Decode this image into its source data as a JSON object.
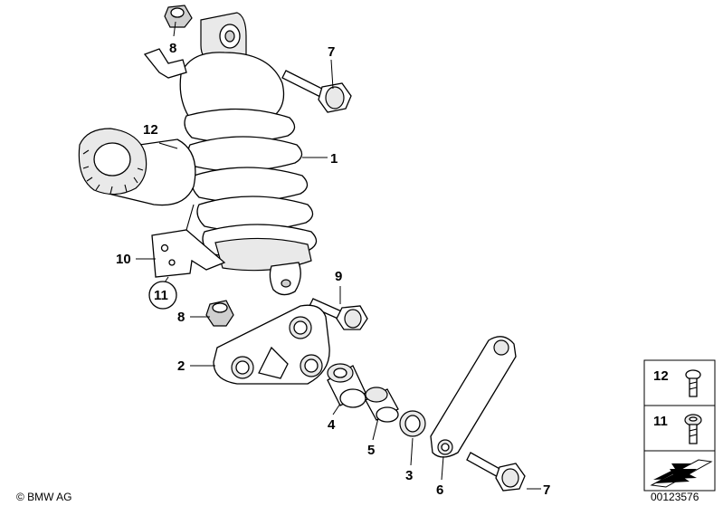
{
  "callouts": {
    "c1": "1",
    "c2": "2",
    "c3": "3",
    "c4": "4",
    "c5": "5",
    "c6": "6",
    "c7_top": "7",
    "c7_bottom": "7",
    "c8_top": "8",
    "c8_mid": "8",
    "c9": "9",
    "c10": "10",
    "c11": "11",
    "c12": "12"
  },
  "legend": {
    "item12": "12",
    "item11": "11"
  },
  "footer": {
    "copyright": "© BMW AG",
    "diagram_number": "00123576"
  }
}
